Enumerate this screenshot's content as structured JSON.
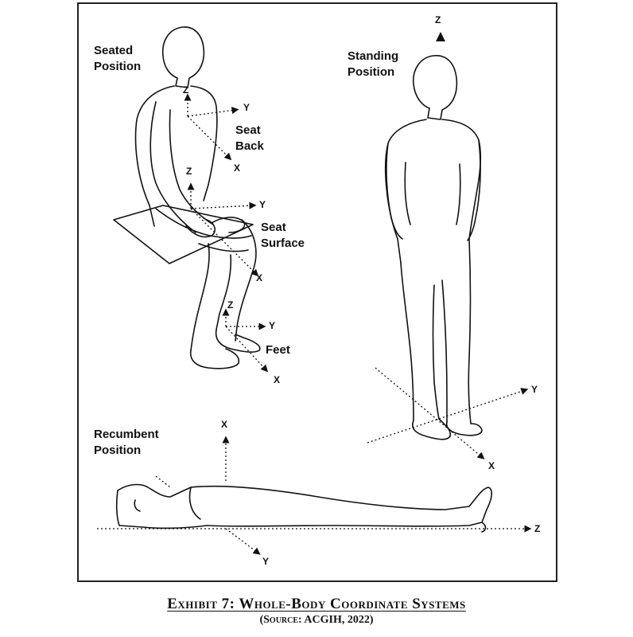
{
  "labels": {
    "seated_position": "Seated\nPosition",
    "standing_position": "Standing\nPosition",
    "recumbent_position": "Recumbent\nPosition",
    "seat_back": "Seat\nBack",
    "seat_surface": "Seat\nSurface",
    "feet": "Feet"
  },
  "axes": {
    "x": "X",
    "y": "Y",
    "z": "Z"
  },
  "caption": {
    "title": "Exhibit 7:  Whole-Body Coordinate Systems",
    "source": "(Source:  ACGIH, 2022)"
  }
}
